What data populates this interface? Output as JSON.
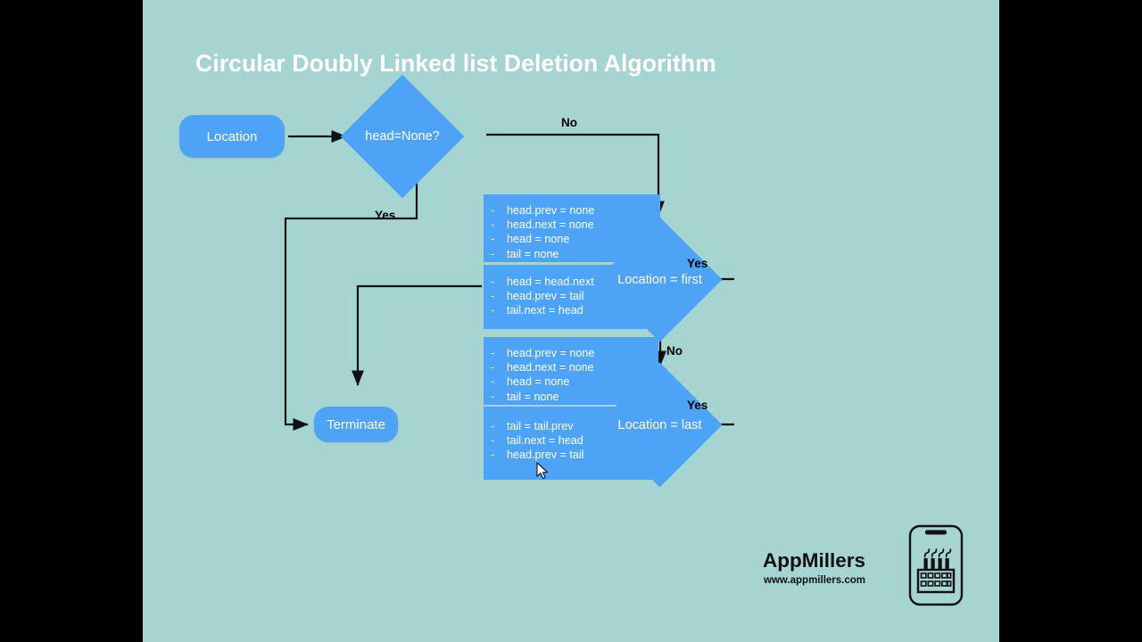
{
  "slide": {
    "title": "Circular Doubly Linked list Deletion Algorithm",
    "background_color": "#a5d4d1",
    "node_color": "#4da3f5",
    "edge_color": "#111111",
    "text_color": "#ffffff"
  },
  "nodes": {
    "start": {
      "label": "Location",
      "type": "pill"
    },
    "decision_head_none": {
      "label": "head=None?",
      "type": "diamond"
    },
    "decision_location_first": {
      "label": "Location = first",
      "type": "diamond"
    },
    "decision_location_last": {
      "label": "Location = last",
      "type": "diamond"
    },
    "terminate": {
      "label": "Terminate",
      "type": "pill"
    }
  },
  "edges": [
    {
      "name": "start-to-head-none",
      "label": ""
    },
    {
      "name": "head-none-no",
      "label": "No"
    },
    {
      "name": "head-none-yes",
      "label": "Yes"
    },
    {
      "name": "location-first-no",
      "label": "No"
    },
    {
      "name": "location-first-yes",
      "label": "Yes"
    },
    {
      "name": "location-last-yes",
      "label": "Yes"
    }
  ],
  "code_blocks": [
    {
      "name": "first-single-node-case",
      "lines": [
        "head.prev = none",
        "head.next = none",
        "head = none",
        "tail = none"
      ]
    },
    {
      "name": "first-multi-node-case",
      "lines": [
        "head = head.next",
        "head.prev = tail",
        "tail.next = head"
      ]
    },
    {
      "name": "last-single-node-case",
      "lines": [
        "head.prev = none",
        "head.next = none",
        "head = none",
        "tail = none"
      ]
    },
    {
      "name": "last-multi-node-case",
      "lines": [
        "tail = tail.prev",
        "tail.next = head",
        "head.prev = tail"
      ]
    }
  ],
  "branding": {
    "name": "AppMillers",
    "url": "www.appmillers.com",
    "logo": "phone-factory-icon"
  }
}
